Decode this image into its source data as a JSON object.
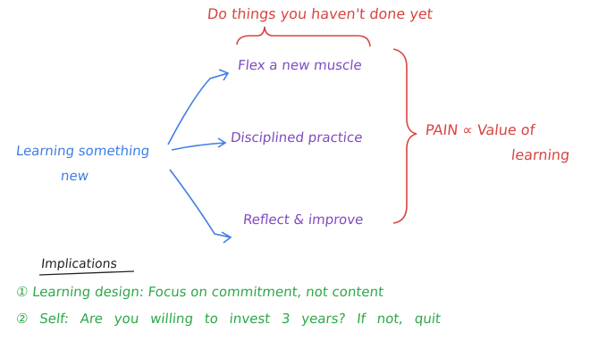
{
  "top_note": "Do things you haven't done yet",
  "source": {
    "line1": "Learning something",
    "line2": "new"
  },
  "branches": [
    "Flex a new muscle",
    "Disciplined practice",
    "Reflect & improve"
  ],
  "conclusion": {
    "line1": "PAIN ∝ Value of",
    "line2": "learning"
  },
  "implications": {
    "title": "Implications",
    "items": [
      {
        "marker": "①",
        "text": "Learning design: Focus on commitment, not content"
      },
      {
        "marker": "②",
        "text": "Self: Are you willing to invest 3 years? If not, quit"
      }
    ]
  },
  "colors": {
    "red": "#d8453f",
    "purple": "#7f4bbf",
    "blue": "#3f7ee6",
    "green": "#2ea84a"
  }
}
